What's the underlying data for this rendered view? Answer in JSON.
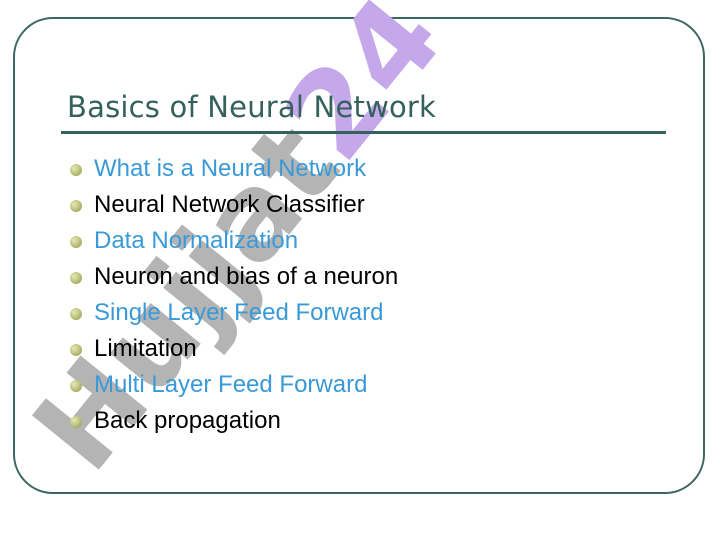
{
  "slide": {
    "title": "Basics of Neural Network",
    "bullets": [
      {
        "text": "What is a Neural Network",
        "color": "#3a9ad8"
      },
      {
        "text": "Neural Network Classifier",
        "color": "#000000"
      },
      {
        "text": "Data Normalization",
        "color": "#3a9ad8"
      },
      {
        "text": "Neuron and bias of a neuron",
        "color": "#000000"
      },
      {
        "text": "Single Layer Feed Forward",
        "color": "#3a9ad8"
      },
      {
        "text": "Limitation",
        "color": "#000000"
      },
      {
        "text": "Multi Layer Feed Forward",
        "color": "#3a9ad8"
      },
      {
        "text": "Back propagation",
        "color": "#000000"
      }
    ]
  },
  "watermark": {
    "part1": "Hujjat",
    "part2": "24",
    "colors": {
      "part1": "#b4b4b4",
      "part2": "#c4a8ea"
    }
  }
}
